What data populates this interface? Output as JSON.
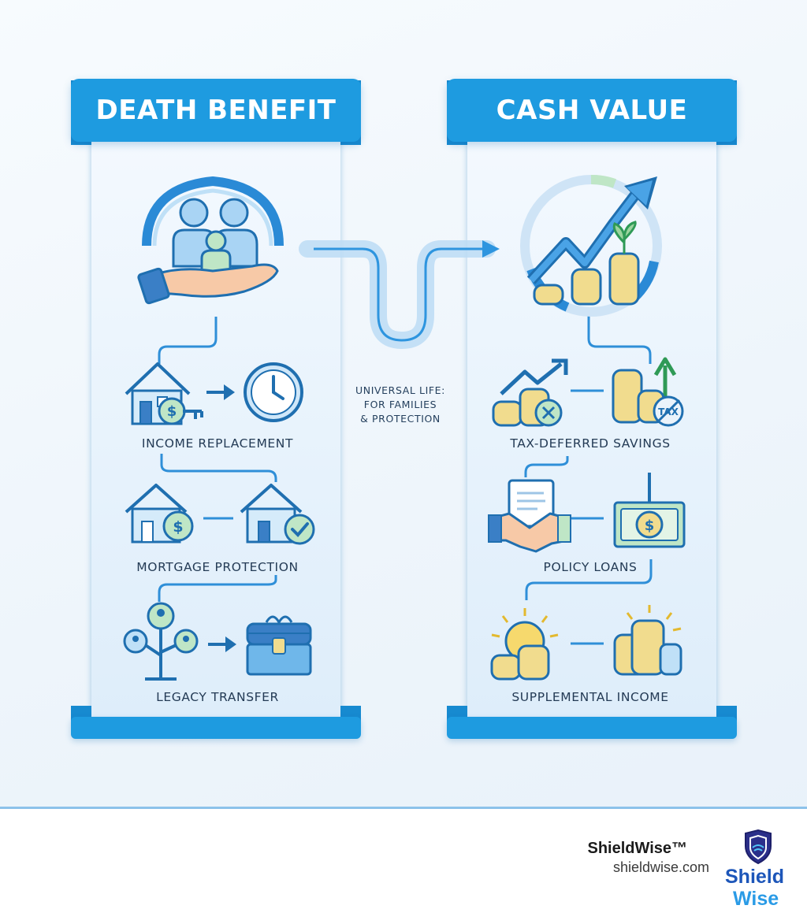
{
  "left_column": {
    "title": "DEATH BENEFIT",
    "items": [
      {
        "label": "INCOME REPLACEMENT"
      },
      {
        "label": "MORTGAGE PROTECTION"
      },
      {
        "label": "LEGACY TRANSFER"
      }
    ]
  },
  "right_column": {
    "title": "CASH VALUE",
    "items": [
      {
        "label": "TAX-DEFERRED SAVINGS"
      },
      {
        "label": "POLICY LOANS"
      },
      {
        "label": "SUPPLEMENTAL INCOME"
      }
    ]
  },
  "center_note": {
    "line1": "UNIVERSAL LIFE:",
    "line2": "FOR FAMILIES",
    "line3": "& PROTECTION"
  },
  "icons": {
    "tax_badge": "TAX",
    "dollar": "$"
  },
  "footer": {
    "brand": "ShieldWise™",
    "url": "shieldwise.com",
    "logo_line1": "Shield",
    "logo_line2": "Wise"
  },
  "colors": {
    "banner": "#1e9be0",
    "banner_dark": "#178ad0",
    "icon_stroke": "#1f6fb0",
    "icon_fill": "#bfe0f7",
    "coin": "#f1dc8e",
    "logo_blue": "#1d56b9"
  }
}
